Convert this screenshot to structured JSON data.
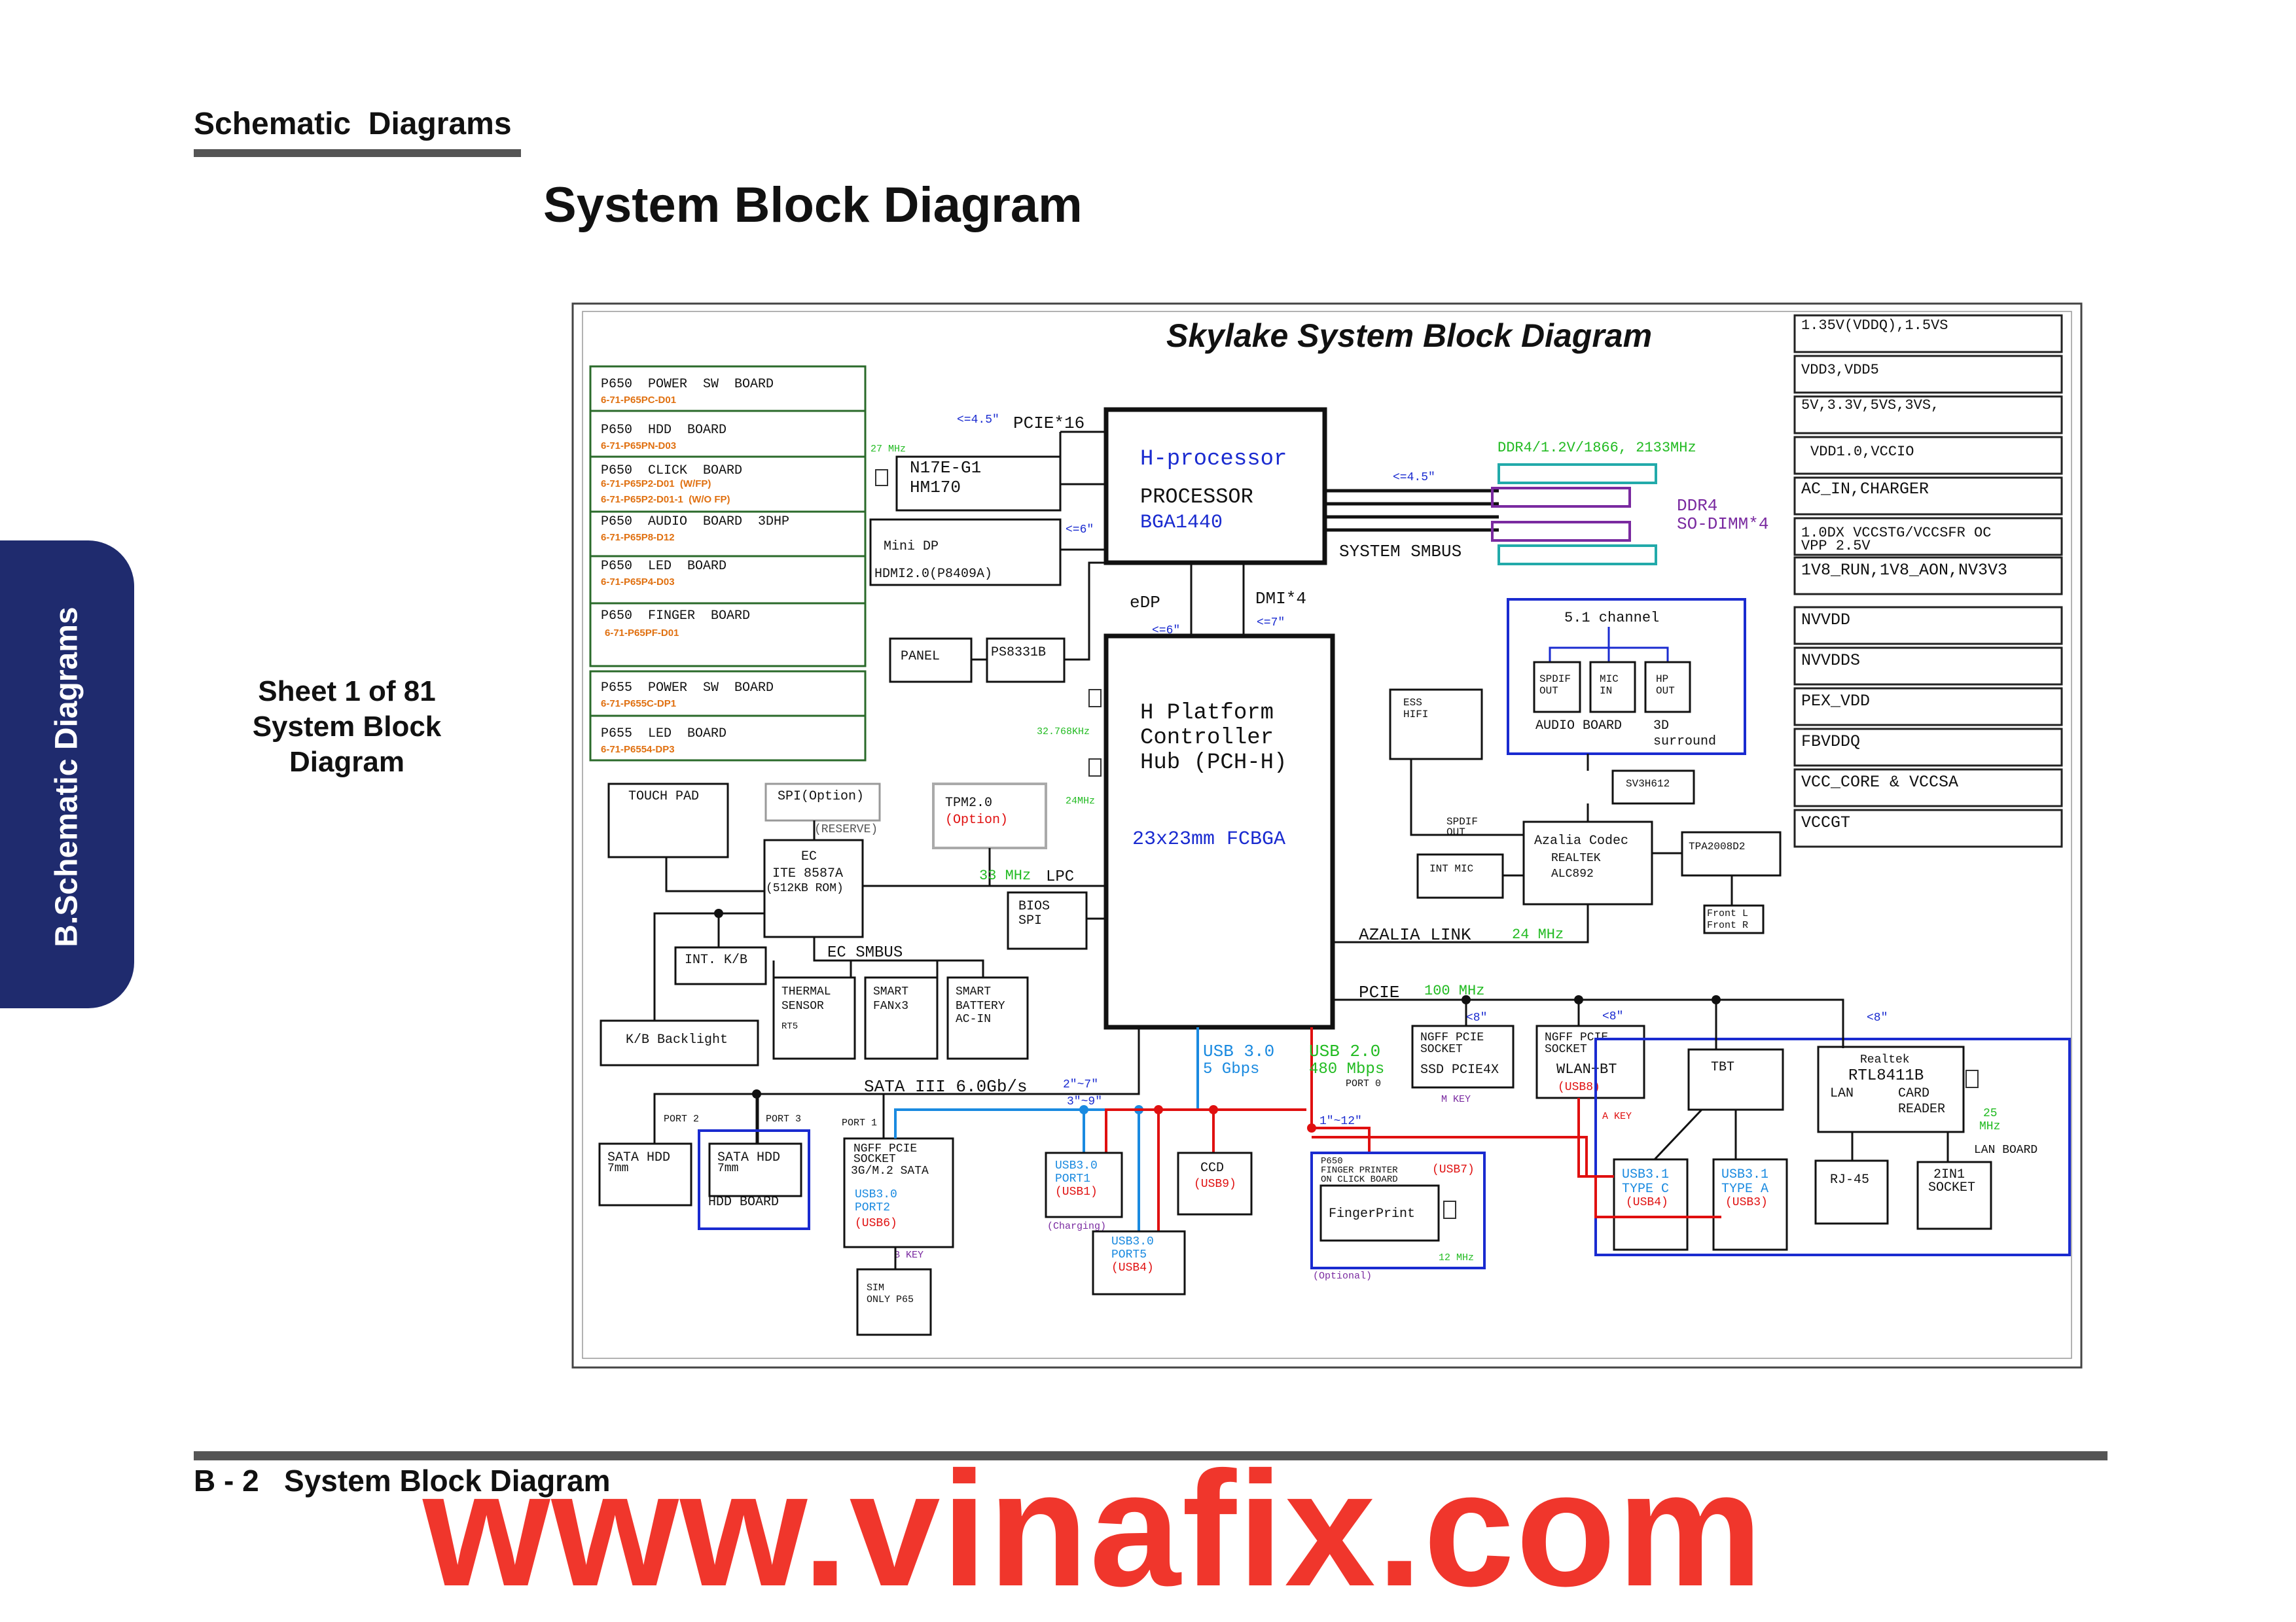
{
  "header": {
    "section": "Schematic  Diagrams"
  },
  "page_title": "System Block Diagram",
  "side_tab": "B.Schematic Diagrams",
  "sheet_note": [
    "Sheet 1 of 81",
    "System Block",
    "Diagram"
  ],
  "footer": {
    "label": "B - 2   System Block Diagram"
  },
  "watermark": "www.vinafix.com",
  "diagram": {
    "title": "Skylake System Block Diagram",
    "boards": [
      {
        "name": "P650  POWER  SW  BOARD",
        "part": "6-71-P65PC-D01"
      },
      {
        "name": "P650  HDD  BOARD",
        "part": "6-71-P65PN-D03"
      },
      {
        "name": "P650  CLICK  BOARD",
        "part": "6-71-P65P2-D01  (W/FP)",
        "part2": "6-71-P65P2-D01-1  (W/O FP)"
      },
      {
        "name": "P650  AUDIO  BOARD  3DHP",
        "part": "6-71-P65P8-D12"
      },
      {
        "name": "P650  LED  BOARD",
        "part": "6-71-P65P4-D03"
      },
      {
        "name": "P650  FINGER  BOARD",
        "part": "6-71-P65PF-D01"
      },
      {
        "name": "P655  POWER  SW  BOARD",
        "part": "6-71-P655C-DP1"
      },
      {
        "name": "P655  LED  BOARD",
        "part": "6-71-P6554-DP3"
      }
    ],
    "power_rails": [
      "1.35V(VDDQ),1.5VS",
      "VDD3,VDD5",
      "5V,3.3V,5VS,3VS,",
      "VDD1.0,VCCIO",
      "AC_IN,CHARGER",
      "1.0DX VCCSTG/VCCSFR OC",
      "VPP 2.5V",
      "1V8_RUN,1V8_AON,NV3V3",
      "NVVDD",
      "NVVDDS",
      "PEX_VDD",
      "FBVDDQ",
      "VCC_CORE & VCCSA",
      "VCCGT"
    ],
    "cpu": {
      "line1": "H-processor",
      "line2": "PROCESSOR",
      "line3": "BGA1440"
    },
    "pch": {
      "line1": "H Platform",
      "line2": "Controller",
      "line3": "Hub (PCH-H)",
      "line4": "23x23mm FCBGA"
    },
    "gpu": {
      "line1": "N17E-G1",
      "line2": "HM170",
      "clock": "27 MHz"
    },
    "display": {
      "minidp": "Mini DP",
      "hdmi": "HDMI2.0(P8409A)",
      "panel": "PANEL",
      "ps": "PS8331B",
      "edp": "eDP",
      "edp_len": "<=6\"",
      "dp_len": "<=6\""
    },
    "links": {
      "pcie16": "PCIE*16",
      "pcie16_len": "<=4.5\"",
      "dmi": "DMI*4",
      "dmi_len": "<=7\"",
      "ddr_len": "<=4.5\"",
      "sys_smbus": "SYSTEM SMBUS",
      "lpc": "LPC",
      "lpc_clk": "33 MHz",
      "ec_smbus": "EC SMBUS",
      "sata": "SATA III 6.0Gb/s",
      "sata_len1": "2\"~7\"",
      "sata_len2": "3\"~9\"",
      "azalia": "AZALIA LINK",
      "azalia_clk": "24 MHz",
      "pcie": "PCIE",
      "pcie_clk": "100 MHz",
      "usb3": "USB 3.0",
      "usb3_speed": "5 Gbps",
      "usb2": "USB 2.0",
      "usb2_speed": "480 Mbps",
      "usb_len": "1\"~12\"",
      "xtal1": "32.768KHz",
      "xtal2": "24MHz",
      "len8a": "<8\"",
      "len8b": "<8\"",
      "len8c": "<8\""
    },
    "memory": {
      "spec": "DDR4/1.2V/1866, 2133MHz",
      "name1": "DDR4",
      "name2": "SO-DIMM*4"
    },
    "audio": {
      "channel": "5.1 channel",
      "spdif": "SPDIF",
      "out": "OUT",
      "mic": "MIC",
      "in": "IN",
      "hp": "HP",
      "audio_board": "AUDIO BOARD",
      "surround1": "3D",
      "surround2": "surround",
      "ess1": "ESS",
      "ess2": "HIFI",
      "ess3": "?",
      "spdif_out1": "SPDIF",
      "spdif_out2": "OUT",
      "codec1": "Azalia Codec",
      "codec2": "REALTEK",
      "codec3": "ALC892",
      "sv": "SV3H612",
      "tpa": "TPA2008D2",
      "int_mic": "INT MIC",
      "front_l": "Front L",
      "front_r": "Front R"
    },
    "ec": {
      "line1": "EC",
      "line2": "ITE 8587A",
      "line3": "(512KB ROM)",
      "spi": "SPI(Option)",
      "reserve": "(RESERVE)",
      "tpm1": "TPM2.0",
      "tpm2": "(Option)",
      "bios1": "BIOS",
      "bios2": "SPI",
      "touchpad": "TOUCH PAD",
      "intkb": "INT. K/B",
      "kbbl": "K/B Backlight",
      "thermal1": "THERMAL",
      "thermal2": "SENSOR",
      "thermal3": "RT5",
      "fan1": "SMART",
      "fan2": "FANx3",
      "batt1": "SMART",
      "batt2": "BATTERY",
      "batt3": "AC-IN"
    },
    "storage": {
      "port2": "PORT 2",
      "port3": "PORT 3",
      "port1": "PORT 1",
      "port0": "PORT 0",
      "sata_hdd1": "SATA HDD",
      "sata_hdd1b": "7mm",
      "sata_hdd2": "SATA HDD",
      "sata_hdd2b": "7mm",
      "hdd_board": "HDD BOARD",
      "ngff1a": "NGFF PCIE",
      "ngff1b": "SOCKET",
      "ngff1c": "3G/M.2 SATA",
      "ngff1d": "USB3.0",
      "ngff1e": "PORT2",
      "ngff1f": "(USB6)",
      "bkey": "B KEY",
      "sim1": "SIM",
      "sim2": "ONLY P65",
      "ngff2a": "NGFF PCIE",
      "ngff2b": "SOCKET",
      "ngff2c": "SSD PCIE4X",
      "mkey": "M KEY",
      "ngff3a": "NGFF PCIE",
      "ngff3b": "SOCKET",
      "ngff3c": "WLAN+BT",
      "ngff3d": "(USB8)",
      "akey": "A KEY"
    },
    "usb": {
      "u1a": "USB3.0",
      "u1b": "PORT1",
      "u1c": "(USB1)",
      "u1d": "(Charging)",
      "u5a": "USB3.0",
      "u5b": "PORT5",
      "u5c": "(USB4)",
      "ccd1": "CCD",
      "ccd2": "(USB9)",
      "fp1": "P650",
      "fp2": "FINGER PRINTER",
      "fp3": "ON CLICK BOARD",
      "fp4": "(USB7)",
      "fp5": "FingerPrint",
      "fp6": "12 MHz",
      "fp7": "(Optional)"
    },
    "lan": {
      "tbt": "TBT",
      "rtk1": "Realtek",
      "rtk2": "RTL8411B",
      "rtk3": "LAN",
      "rtk4": "CARD",
      "rtk5": "READER",
      "clk": "25",
      "clk2": "MHz",
      "lan_board": "LAN BOARD",
      "tc1": "USB3.1",
      "tc2": "TYPE C",
      "tc3": "(USB4)",
      "ta1": "USB3.1",
      "ta2": "TYPE A",
      "ta3": "(USB3)",
      "rj": "RJ-45",
      "sock1": "2IN1",
      "sock2": "SOCKET"
    }
  }
}
